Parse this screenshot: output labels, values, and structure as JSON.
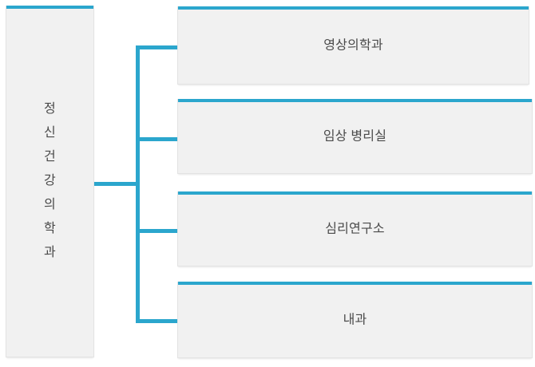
{
  "chart": {
    "type": "org-chart-tree",
    "orientation": "left-to-right",
    "accent_color": "#2ba6cd",
    "node_background": "#f1f1f1",
    "node_border_color": "#e3e3e3",
    "text_color": "#4a4a4a",
    "root": {
      "label": "정 신 건 강 의 학 과",
      "label_vertical": "정\n신\n건\n강\n의\n학\n과",
      "text_orientation": "vertical-one-character-per-line"
    },
    "children": [
      {
        "label": "영상의학과"
      },
      {
        "label": "임상 병리실"
      },
      {
        "label": "심리연구소"
      },
      {
        "label": "내과"
      }
    ]
  }
}
